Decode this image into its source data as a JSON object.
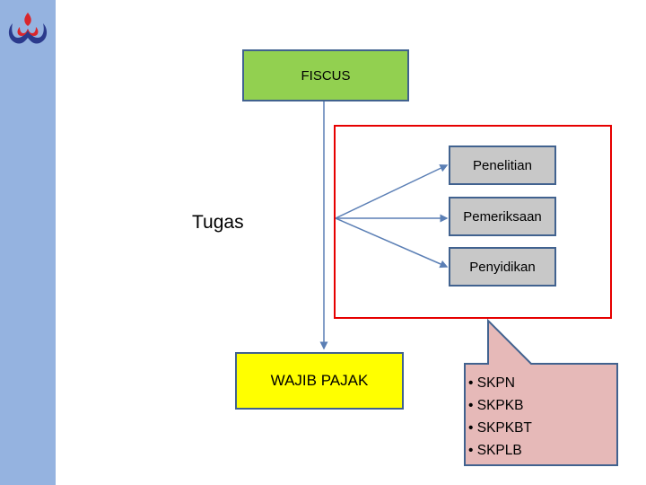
{
  "logo": {
    "icon": "institution-logo-icon",
    "colors": {
      "red": "#d9262c",
      "navy": "#2b3a8c"
    }
  },
  "diagram": {
    "top_node": "FISCUS",
    "center_label": "Tugas",
    "tasks": [
      "Penelitian",
      "Pemeriksaan",
      "Penyidikan"
    ],
    "bottom_node": "WAJIB PAJAK",
    "callout_items": [
      "SKPN",
      "SKPKB",
      "SKPKBT",
      "SKPLB"
    ]
  },
  "colors": {
    "sidebar": "#95b3e0",
    "fiscus_fill": "#92d050",
    "wajib_fill": "#ffff00",
    "task_fill": "#c8c8c8",
    "frame": "#e60000",
    "callout_fill": "#e6b9b8",
    "line": "#5b7fb5"
  }
}
